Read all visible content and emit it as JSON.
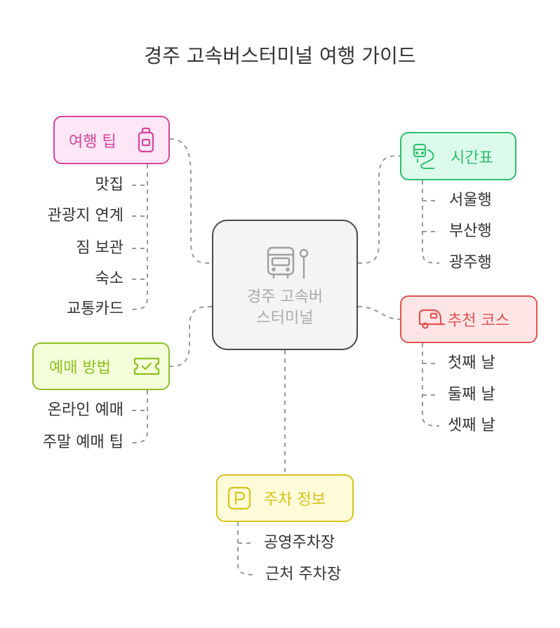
{
  "title": "경주 고속버스터미널 여행 가이드",
  "center": {
    "line1": "경주 고속버",
    "line2": "스터미널",
    "icon": "bus-stop-icon"
  },
  "branches": {
    "travel_tips": {
      "label": "여행 팁",
      "icon": "luggage-icon",
      "color": "#d6449b",
      "leaves": [
        "맛집",
        "관광지 연계",
        "짐 보관",
        "숙소",
        "교통카드"
      ]
    },
    "booking": {
      "label": "예매 방법",
      "icon": "ticket-icon",
      "color": "#8fbf24",
      "leaves": [
        "온라인 예매",
        "주말 예매 팁"
      ]
    },
    "timetable": {
      "label": "시간표",
      "icon": "bus-route-icon",
      "color": "#2fbf71",
      "leaves": [
        "서울행",
        "부산행",
        "광주행"
      ]
    },
    "courses": {
      "label": "추천 코스",
      "icon": "camper-icon",
      "color": "#e35252",
      "leaves": [
        "첫째 날",
        "둘째 날",
        "셋째 날"
      ]
    },
    "parking": {
      "label": "주차 정보",
      "icon": "parking-icon",
      "color": "#d6c41c",
      "leaves": [
        "공영주차장",
        "근처 주차장"
      ]
    }
  }
}
